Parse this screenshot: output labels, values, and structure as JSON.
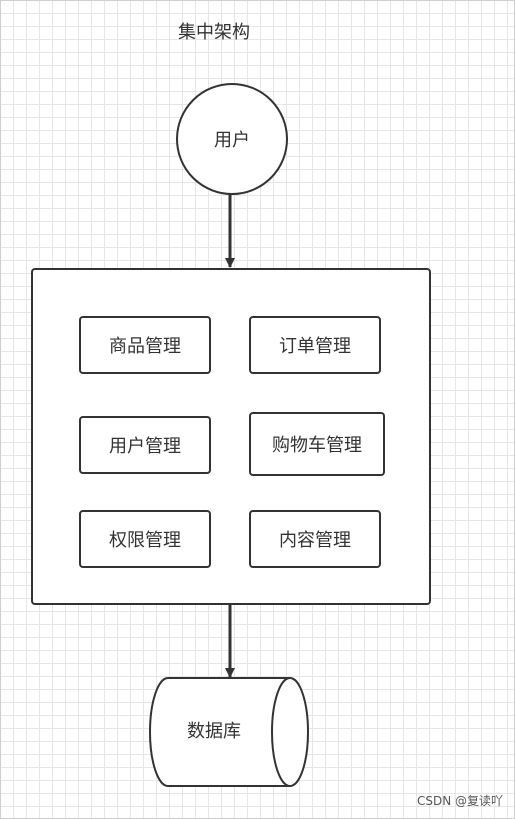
{
  "diagram": {
    "title": "集中架构",
    "user_node": "用户",
    "modules": [
      {
        "label": "商品管理"
      },
      {
        "label": "订单管理"
      },
      {
        "label": "用户管理"
      },
      {
        "label": "购物车管理"
      },
      {
        "label": "权限管理"
      },
      {
        "label": "内容管理"
      }
    ],
    "database": "数据库",
    "edges": [
      {
        "from": "用户",
        "to": "system"
      },
      {
        "from": "system",
        "to": "数据库"
      }
    ]
  },
  "watermark": "CSDN @复读吖"
}
